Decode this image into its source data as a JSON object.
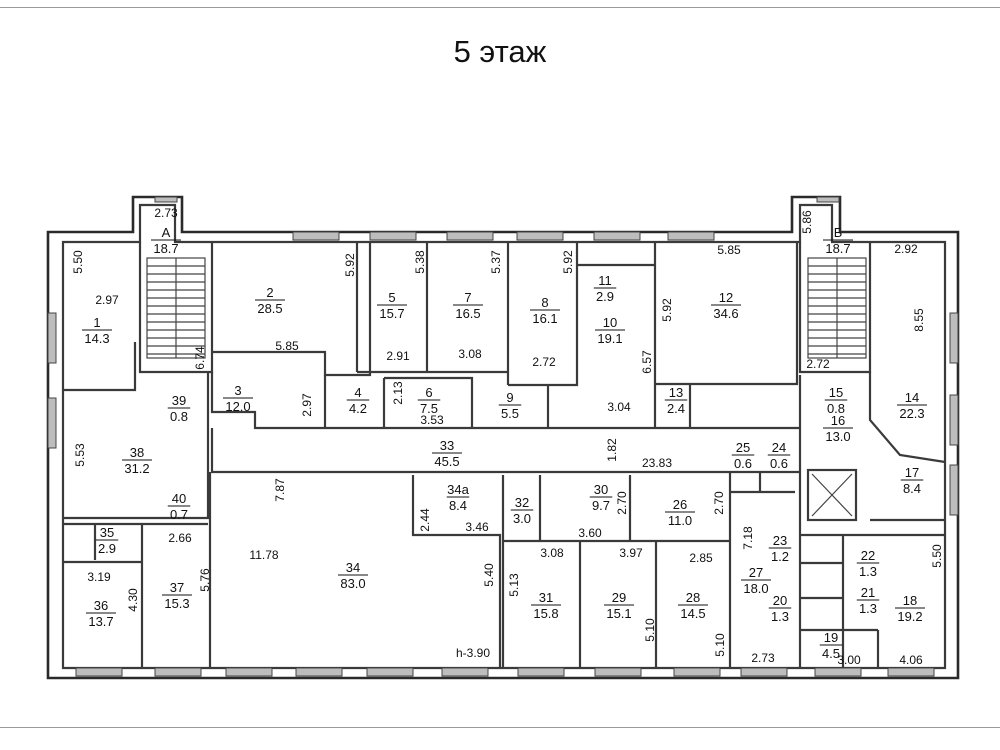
{
  "title": "5 этаж",
  "rooms": [
    {
      "num": "А",
      "area": "18.7"
    },
    {
      "num": "1",
      "area": "14.3"
    },
    {
      "num": "2",
      "area": "28.5"
    },
    {
      "num": "3",
      "area": "12.0"
    },
    {
      "num": "4",
      "area": "4.2"
    },
    {
      "num": "5",
      "area": "15.7"
    },
    {
      "num": "6",
      "area": "7.5"
    },
    {
      "num": "7",
      "area": "16.5"
    },
    {
      "num": "8",
      "area": "16.1"
    },
    {
      "num": "9",
      "area": "5.5"
    },
    {
      "num": "10",
      "area": "19.1"
    },
    {
      "num": "11",
      "area": "2.9"
    },
    {
      "num": "12",
      "area": "34.6"
    },
    {
      "num": "13",
      "area": "2.4"
    },
    {
      "num": "Б",
      "area": "18.7"
    },
    {
      "num": "14",
      "area": "22.3"
    },
    {
      "num": "15",
      "area": "0.8"
    },
    {
      "num": "16",
      "area": "13.0"
    },
    {
      "num": "17",
      "area": "8.4"
    },
    {
      "num": "18",
      "area": "19.2"
    },
    {
      "num": "19",
      "area": "4.5"
    },
    {
      "num": "20",
      "area": "1.3"
    },
    {
      "num": "21",
      "area": "1.3"
    },
    {
      "num": "22",
      "area": "1.3"
    },
    {
      "num": "23",
      "area": "1.2"
    },
    {
      "num": "24",
      "area": "0.6"
    },
    {
      "num": "25",
      "area": "0.6"
    },
    {
      "num": "26",
      "area": "11.0"
    },
    {
      "num": "27",
      "area": "18.0"
    },
    {
      "num": "28",
      "area": "14.5"
    },
    {
      "num": "29",
      "area": "15.1"
    },
    {
      "num": "30",
      "area": "9.7"
    },
    {
      "num": "31",
      "area": "15.8"
    },
    {
      "num": "32",
      "area": "3.0"
    },
    {
      "num": "33",
      "area": "45.5"
    },
    {
      "num": "34",
      "area": "83.0"
    },
    {
      "num": "34а",
      "area": "8.4"
    },
    {
      "num": "35",
      "area": "2.9"
    },
    {
      "num": "36",
      "area": "13.7"
    },
    {
      "num": "37",
      "area": "15.3"
    },
    {
      "num": "38",
      "area": "31.2"
    },
    {
      "num": "39",
      "area": "0.8"
    },
    {
      "num": "40",
      "area": "0.7"
    }
  ],
  "dimensions": [
    "2.73",
    "5.50",
    "2.97",
    "6.74",
    "5.85",
    "5.92",
    "2.97",
    "5.38",
    "2.91",
    "2.13",
    "3.53",
    "5.37",
    "3.08",
    "2.72",
    "5.92",
    "6.57",
    "3.04",
    "5.92",
    "5.85",
    "5.86",
    "2.92",
    "8.55",
    "2.72",
    "5.53",
    "1.82",
    "23.83",
    "7.87",
    "2.44",
    "3.46",
    "2.66",
    "3.19",
    "4.30",
    "5.76",
    "11.78",
    "5.40",
    "5.13",
    "3.08",
    "2.70",
    "3.60",
    "3.97",
    "2.70",
    "2.85",
    "7.18",
    "5.10",
    "5.10",
    "2.73",
    "3.00",
    "4.06",
    "5.50",
    "h-3.90"
  ]
}
